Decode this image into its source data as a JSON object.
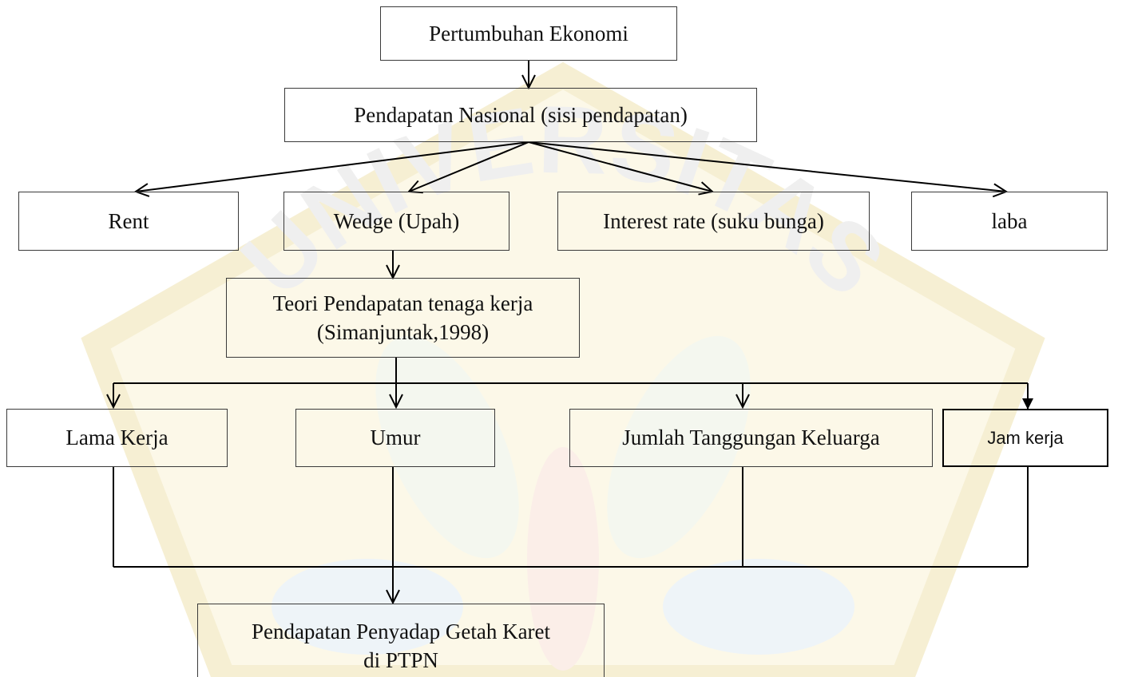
{
  "diagram": {
    "top": "Pertumbuhan Ekonomi",
    "national_income": "Pendapatan Nasional (sisi pendapatan)",
    "components": [
      "Rent",
      "Wedge (Upah)",
      "Interest rate (suku bunga)",
      "laba"
    ],
    "theory_line1": "Teori Pendapatan tenaga kerja",
    "theory_line2": "(Simanjuntak,1998)",
    "factors": [
      "Lama Kerja",
      "Umur",
      "Jumlah Tanggungan Keluarga",
      "Jam kerja"
    ],
    "outcome_line1": "Pendapatan Penyadap Getah Karet",
    "outcome_line2": "di PTPN"
  },
  "watermark": {
    "text": "UNIVERSITAS",
    "colors": {
      "ring": "#fbf6e2",
      "text": "#f2f2f2",
      "leaf_green": "#eef5e8",
      "leaf_blue": "#e8f1f7",
      "flame": "#fbe9e1"
    }
  }
}
